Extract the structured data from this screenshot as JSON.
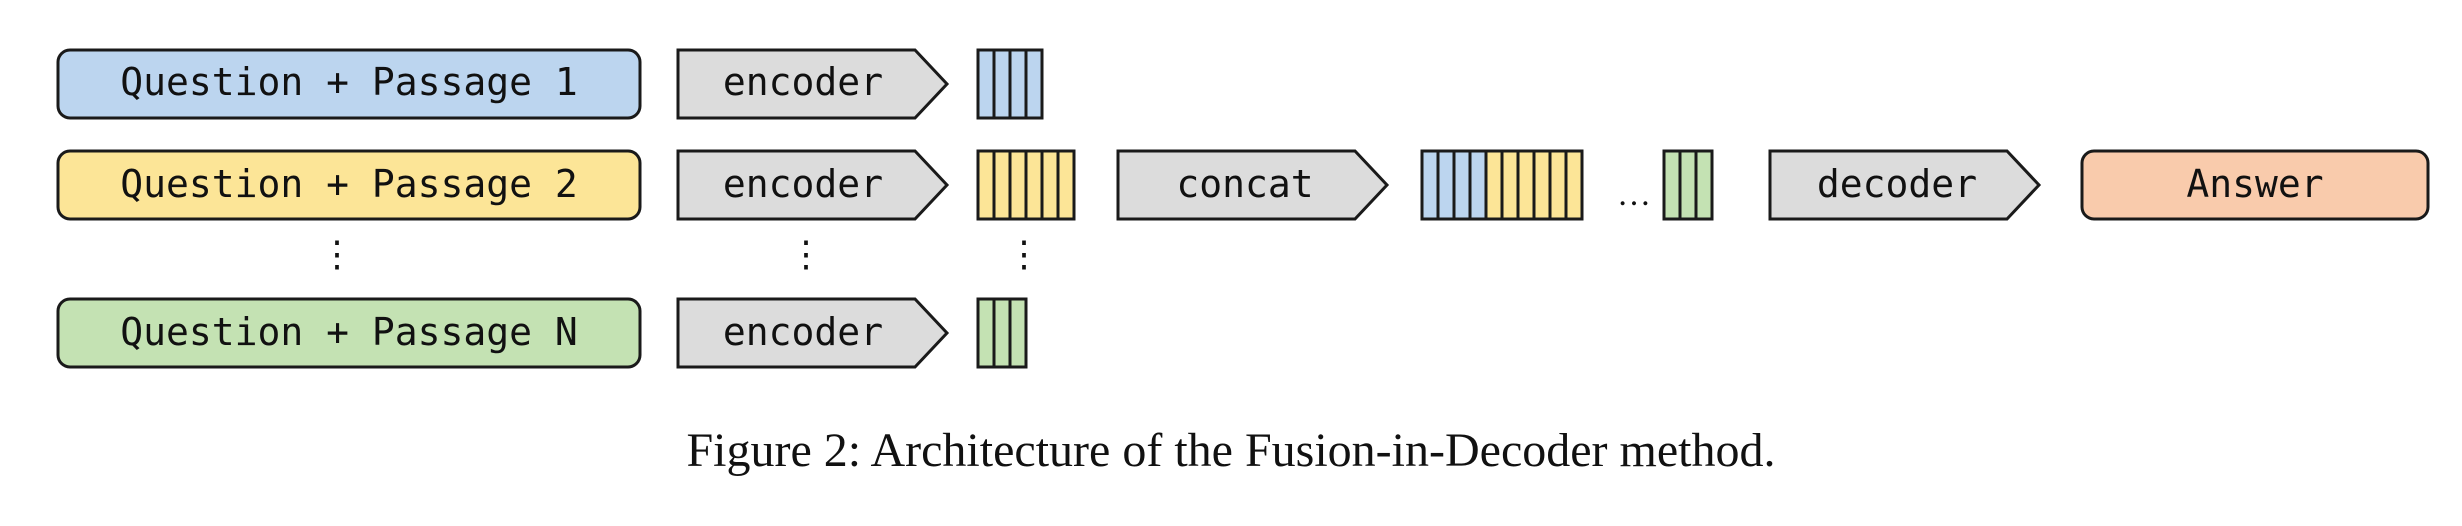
{
  "inputs": [
    {
      "label": "Question + Passage 1",
      "color": "#bcd5ef",
      "tokens": 4
    },
    {
      "label": "Question + Passage 2",
      "color": "#fce597",
      "tokens": 6
    },
    {
      "label": "Question + Passage N",
      "color": "#c4e2b3",
      "tokens": 3
    }
  ],
  "encoder_label": "encoder",
  "concat_label": "concat",
  "decoder_label": "decoder",
  "answer": {
    "label": "Answer",
    "color": "#f9cbac"
  },
  "ellipsis_vertical": "⋮",
  "ellipsis_horizontal": "…",
  "caption": "Figure 2: Architecture of the Fusion-in-Decoder method.",
  "colors": {
    "stroke": "#1a1a1a",
    "block_fill": "#dcdcdc"
  }
}
